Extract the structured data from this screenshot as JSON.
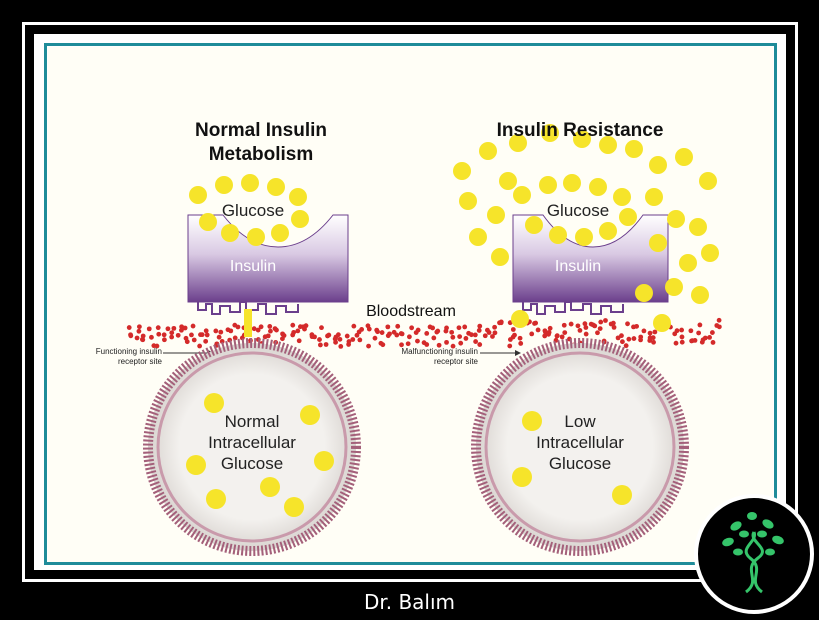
{
  "left": {
    "title_line1": "Normal Insulin",
    "title_line2": "Metabolism",
    "glucose_label": "Glucose",
    "insulin_label": "Insulin",
    "receptor_label_line1": "Functioning insulin",
    "receptor_label_line2": "receptor site",
    "cell_label_line1": "Normal",
    "cell_label_line2": "Intracellular",
    "cell_label_line3": "Glucose"
  },
  "right": {
    "title": "Insulin Resistance",
    "glucose_label": "Glucose",
    "insulin_label": "Insulin",
    "receptor_label_line1": "Malfunctioning insulin",
    "receptor_label_line2": "receptor site",
    "cell_label_line1": "Low",
    "cell_label_line2": "Intracellular",
    "cell_label_line3": "Glucose"
  },
  "bloodstream_label": "Bloodstream",
  "credit": "Dr. Balım",
  "colors": {
    "glucose": "#f6e42a",
    "insulin_top": "#ffffff",
    "insulin_bottom": "#6b3f8c",
    "blood_cell": "#d42a2a",
    "membrane": "#a4607a",
    "cell_interior": "#efece8",
    "frame_teal": "#1f8c9a",
    "logo_green": "#35c46a"
  }
}
